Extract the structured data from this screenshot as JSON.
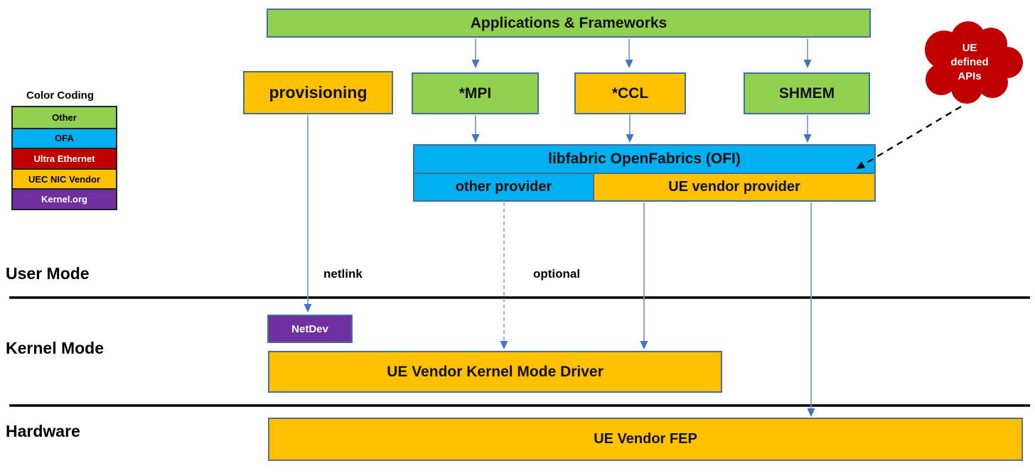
{
  "legend": {
    "title": "Color Coding",
    "items": [
      {
        "label": "Other",
        "color": "#92D050",
        "text_color": "#000000"
      },
      {
        "label": "OFA",
        "color": "#00B0F0",
        "text_color": "#000000"
      },
      {
        "label": "Ultra Ethernet",
        "color": "#C00000",
        "text_color": "#FFFFFF"
      },
      {
        "label": "UEC NIC Vendor",
        "color": "#FFC000",
        "text_color": "#000000"
      },
      {
        "label": "Kernel.org",
        "color": "#7030A0",
        "text_color": "#FFFFFF"
      }
    ]
  },
  "nodes": {
    "applications": {
      "label": "Applications & Frameworks",
      "color": "#92D050"
    },
    "provisioning": {
      "label": "provisioning",
      "color": "#FFC000"
    },
    "mpi": {
      "label": "*MPI",
      "color": "#92D050"
    },
    "ccl": {
      "label": "*CCL",
      "color": "#FFC000"
    },
    "shmem": {
      "label": "SHMEM",
      "color": "#92D050"
    },
    "libfabric": {
      "label": "libfabric OpenFabrics (OFI)",
      "color": "#00B0F0"
    },
    "other_provider": {
      "label": "other provider",
      "color": "#00B0F0"
    },
    "ue_vendor_provider": {
      "label": "UE vendor provider",
      "color": "#FFC000"
    },
    "netdev": {
      "label": "NetDev",
      "color": "#7030A0"
    },
    "kernel_driver": {
      "label": "UE Vendor Kernel Mode Driver",
      "color": "#FFC000"
    },
    "fep": {
      "label": "UE Vendor  FEP",
      "color": "#FFC000"
    }
  },
  "cloud": {
    "lines": [
      "UE",
      "defined",
      "APIs"
    ],
    "color": "#C00000"
  },
  "zones": {
    "user_mode": "User Mode",
    "kernel_mode": "Kernel Mode",
    "hardware": "Hardware"
  },
  "edge_labels": {
    "netlink": "netlink",
    "optional": "optional"
  },
  "colors": {
    "box_border": "#41719C",
    "arrow": "#4472C4",
    "zone_divider": "#000000"
  }
}
